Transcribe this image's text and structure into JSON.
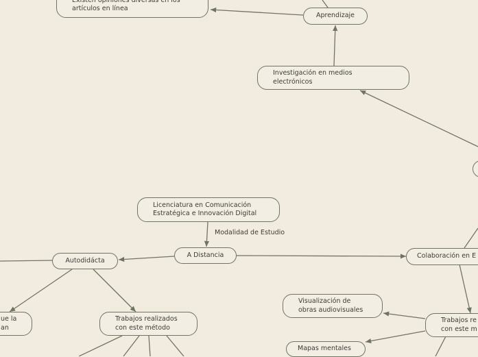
{
  "nodes": {
    "opiniones": "Existen opiniones diversas en los\nartículos en línea",
    "aprendizaje": "Aprendizaje",
    "investigacion": "Investigación en medios\nelectrónicos",
    "licenciatura": "Licenciatura en Comunicación\nEstratégica e Innovación Digital",
    "distancia": "A Distancia",
    "autodidacta": "Autodidácta",
    "que_la": "ue la\nan",
    "trabajos_left": "Trabajos realizados\ncon este método",
    "colaboracion": "Colaboración en E",
    "visualizacion": "Visualización de\nobras audiovisuales",
    "trabajos_right": "Trabajos re\ncon este m",
    "mapas": "Mapas mentales"
  },
  "labels": {
    "modalidad": "Modalidad de Estudio"
  },
  "colors": {
    "background": "#f1ebe0",
    "stroke": "#6f7462",
    "node_fill": "#f3eee4",
    "text": "#3b3b33"
  }
}
